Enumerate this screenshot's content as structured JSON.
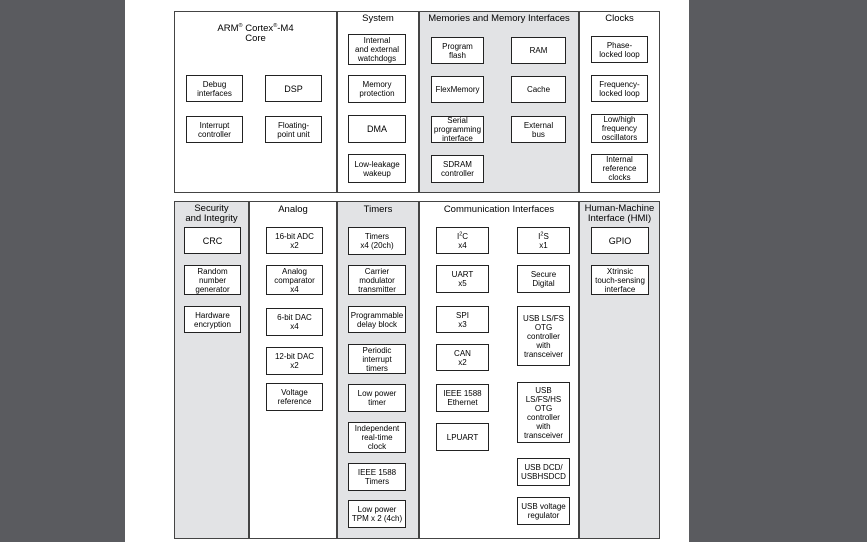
{
  "top_row": {
    "core": {
      "title_line1_prefix": "ARM",
      "reg": "®",
      "title_line1_mid": " Cortex",
      "title_line1_suffix": "-M4",
      "title_line2": "Core",
      "blocks": [
        "Debug\ninterfaces",
        "DSP",
        "Interrupt\ncontroller",
        "Floating-\npoint unit"
      ]
    },
    "system": {
      "title": "System",
      "blocks": [
        "Internal\nand external\nwatchdogs",
        "Memory\nprotection",
        "DMA",
        "Low-leakage\nwakeup"
      ]
    },
    "memories": {
      "title": "Memories and Memory Interfaces",
      "blocks": [
        "Program\nflash",
        "RAM",
        "FlexMemory",
        "Cache",
        "Serial\nprogramming\ninterface",
        "External\nbus",
        "SDRAM\ncontroller"
      ]
    },
    "clocks": {
      "title": "Clocks",
      "blocks": [
        "Phase-\nlocked loop",
        "Frequency-\nlocked loop",
        "Low/high\nfrequency\noscillators",
        "Internal\nreference\nclocks"
      ]
    }
  },
  "bottom_row": {
    "security": {
      "title": "Security\nand Integrity",
      "blocks": [
        "CRC",
        "Random\nnumber\ngenerator",
        "Hardware\nencryption"
      ]
    },
    "analog": {
      "title": "Analog",
      "blocks": [
        "16-bit ADC\nx2",
        "Analog\ncomparator\nx4",
        "6-bit DAC\nx4",
        "12-bit DAC\nx2",
        "Voltage\nreference"
      ]
    },
    "timers": {
      "title": "Timers",
      "blocks": [
        "Timers\nx4 (20ch)",
        "Carrier\nmodulator\ntransmitter",
        "Programmable\ndelay block",
        "Periodic\ninterrupt\ntimers",
        "Low power\ntimer",
        "Independent\nreal-time\nclock",
        "IEEE 1588\nTimers",
        "Low power\nTPM x 2 (4ch)"
      ]
    },
    "comm": {
      "title": "Communication Interfaces",
      "i2c_pre": "I",
      "i2c_sup": "2",
      "i2c_post": "C\nx4",
      "i2s_pre": "I",
      "i2s_sup": "2",
      "i2s_post": "S\nx1",
      "blocks": [
        "UART\nx5",
        "Secure\nDigital",
        "SPI\nx3",
        "USB LS/FS\nOTG\ncontroller\nwith\ntransceiver",
        "CAN\nx2",
        "IEEE 1588\nEthernet",
        "USB LS/FS/HS\nOTG\ncontroller\nwith\ntransceiver",
        "LPUART",
        "USB DCD/\nUSBHSDCD",
        "USB voltage\nregulator"
      ]
    },
    "hmi": {
      "title": "Human-Machine\nInterface (HMI)",
      "blocks": [
        "GPIO",
        "Xtrinsic\ntouch-sensing\ninterface"
      ]
    }
  }
}
